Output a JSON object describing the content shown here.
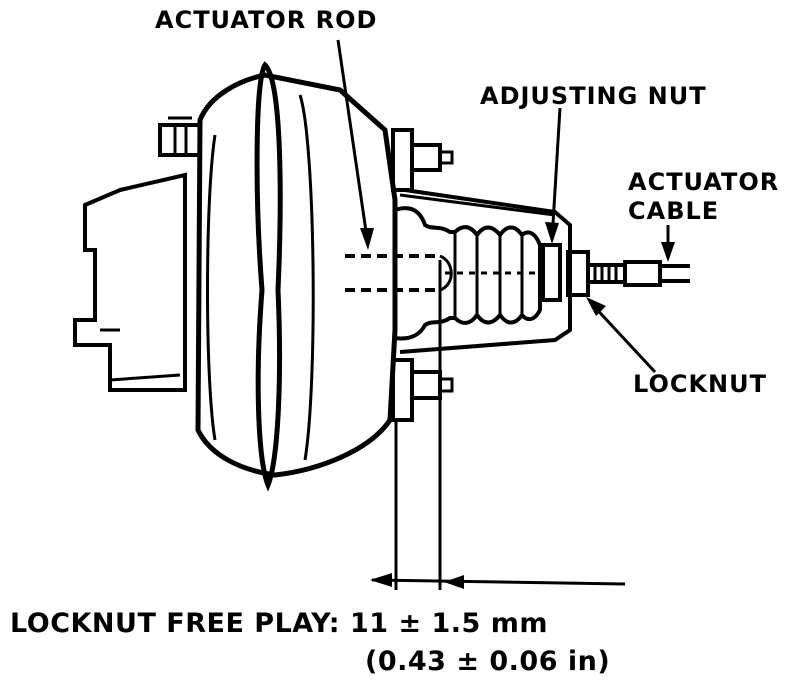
{
  "labels": {
    "actuator_rod": "ACTUATOR ROD",
    "adjusting_nut": "ADJUSTING NUT",
    "actuator_cable_line1": "ACTUATOR",
    "actuator_cable_line2": "CABLE",
    "locknut": "LOCKNUT"
  },
  "caption": {
    "line1": "LOCKNUT FREE PLAY: 11 ± 1.5 mm",
    "line2": "(0.43 ± 0.06 in)"
  },
  "colors": {
    "ink": "#000000",
    "paper": "#ffffff"
  }
}
